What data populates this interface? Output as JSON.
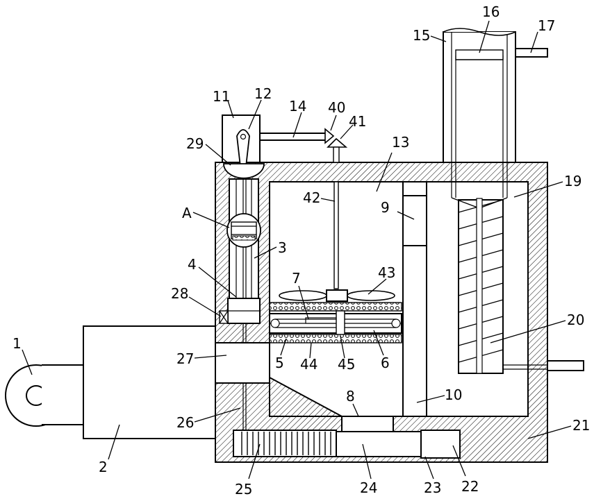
{
  "labels": {
    "l1": "1",
    "l2": "2",
    "l3": "3",
    "l4": "4",
    "l5": "5",
    "l6": "6",
    "l7": "7",
    "l8": "8",
    "l9": "9",
    "l10": "10",
    "l11": "11",
    "l12": "12",
    "l13": "13",
    "l14": "14",
    "l15": "15",
    "l16": "16",
    "l17": "17",
    "l19": "19",
    "l20": "20",
    "l21": "21",
    "l22": "22",
    "l23": "23",
    "l24": "24",
    "l25": "25",
    "l26": "26",
    "l27": "27",
    "l28": "28",
    "l29": "29",
    "l40": "40",
    "l41": "41",
    "l42": "42",
    "l43": "43",
    "l44": "44",
    "l45": "45",
    "lA": "A"
  }
}
